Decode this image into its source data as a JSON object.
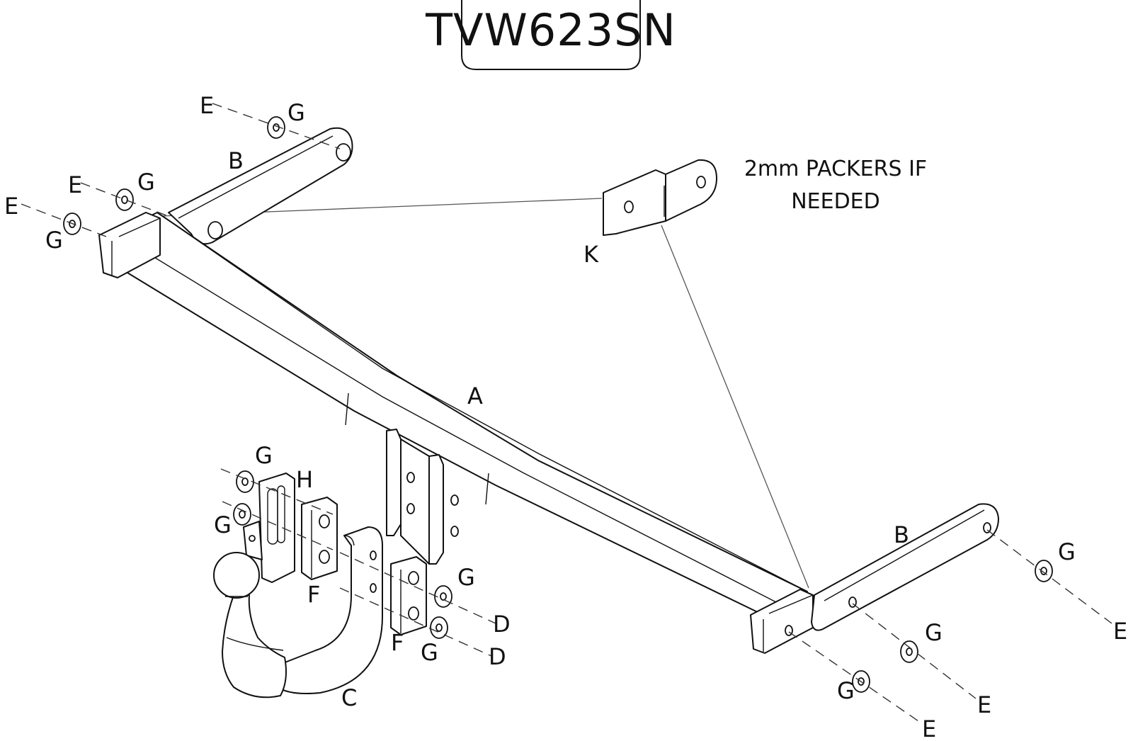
{
  "title": "TVW623SN",
  "note_lines": [
    "2mm PACKERS IF",
    "NEEDED"
  ],
  "labels": {
    "A": "A",
    "B": "B",
    "C": "C",
    "D": "D",
    "E": "E",
    "F": "F",
    "G": "G",
    "H": "H",
    "K": "K"
  },
  "colors": {
    "line": "#111111",
    "background": "#ffffff"
  }
}
